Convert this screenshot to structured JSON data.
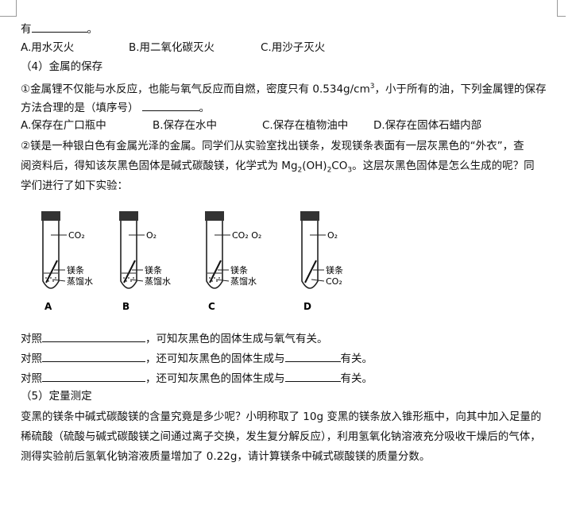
{
  "line_q_tail": {
    "prefix": "有",
    "suffix": "。"
  },
  "fire_options": [
    "A.用水灭火",
    "B.用二氧化碳灭火",
    "C.用沙子灭火"
  ],
  "section4_title": "（4）金属的保存",
  "q1_text_a": "①金属锂不仅能与水反应，也能与氧气反应而自燃，密度只有 0.534g/cm",
  "q1_sup": "3",
  "q1_text_b": "，小于所有的油，下列金属锂的保存",
  "q1_text_c": "方法合理的是（填序号）",
  "q1_suffix": "。",
  "storage_options": [
    "A.保存在广口瓶中",
    "B.保存在水中",
    "C.保存在植物油中",
    "D.保存在固体石蜡内部"
  ],
  "q2_line1": "②镁是一种银白色有金属光泽的金属。同学们从实验室找出镁条，发现镁条表面有一层灰黑色的“外衣”，查",
  "q2_line2_a": "阅资料后，得知该灰黑色固体是碱式碳酸镁，化学式为 Mg",
  "q2_sub1": "2",
  "q2_line2_b": "(OH)",
  "q2_sub2": "2",
  "q2_line2_c": "CO",
  "q2_sub3": "3",
  "q2_line2_d": "。这层灰黑色固体是怎么生成的呢？同",
  "q2_line3": "学们进行了如下实验：",
  "figure": {
    "tubes": [
      {
        "letter": "A",
        "gas": "CO₂",
        "labels": [
          "镁条",
          "蒸馏水"
        ]
      },
      {
        "letter": "B",
        "gas": "O₂",
        "labels": [
          "镁条",
          "蒸馏水"
        ]
      },
      {
        "letter": "C",
        "gas": "CO₂ O₂",
        "labels": [
          "镁条",
          "蒸馏水"
        ]
      },
      {
        "letter": "D",
        "gas": "O₂",
        "labels": [
          "镁条",
          "CO₂"
        ]
      }
    ]
  },
  "compare_lines": [
    {
      "prefix": "对照",
      "middle": "，可知灰黑色的固体生成与氧气有关。",
      "suffix": ""
    },
    {
      "prefix": "对照",
      "middle": "，还可知灰黑色的固体生成与",
      "suffix": "有关。"
    },
    {
      "prefix": "对照",
      "middle": "，还可知灰黑色的固体生成与",
      "suffix": "有关。"
    }
  ],
  "section5_title": "（5）定量测定",
  "q5_line1": "变黑的镁条中碱式碳酸镁的含量究竟是多少呢？小明称取了 10g 变黑的镁条放入锥形瓶中，向其中加入足量的",
  "q5_line2": "稀硫酸（硫酸与碱式碳酸镁之间通过离子交换，发生复分解反应），利用氢氧化钠溶液充分吸收干燥后的气体，",
  "q5_line3": "测得实验前后氢氧化钠溶液质量增加了 0.22g，请计算镁条中碱式碳酸镁的质量分数。"
}
